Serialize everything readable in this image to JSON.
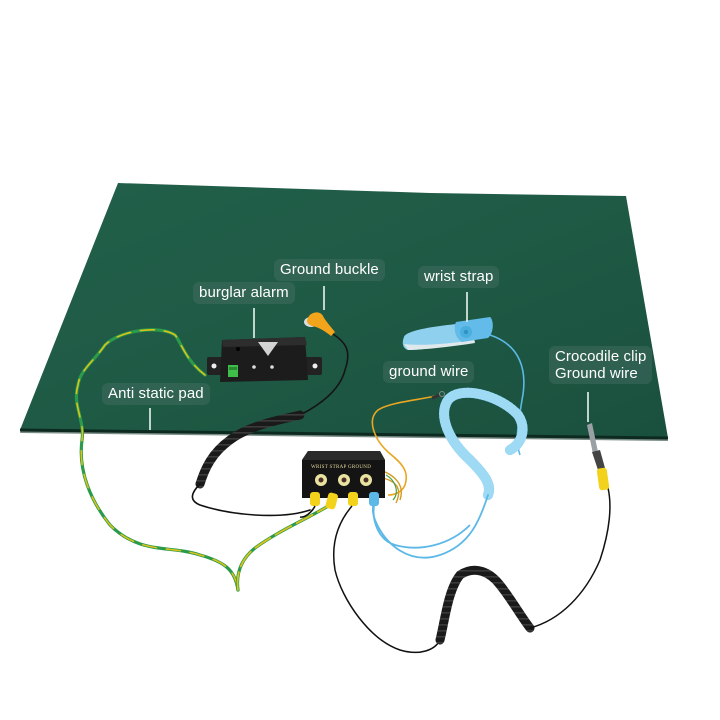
{
  "scene": {
    "description_colors": {
      "background": "#ffffff",
      "mat": "#1f5a45",
      "mat_shadow": "#17463a",
      "alarm_box": "#1b1b1b",
      "ground_box": "#161616",
      "yellow_green_wire_a": "#d8c21c",
      "yellow_green_wire_b": "#2b9a4a",
      "coil_cord_black": "#141414",
      "wrist_strap_blue": "#7cc8ea",
      "coil_blue": "#5cb8e6",
      "orange_wire": "#e8a623",
      "plug_yellow": "#f2d21a",
      "buckle_orange": "#f2a51a"
    }
  },
  "callouts": {
    "ground_buckle": "Ground buckle",
    "burglar_alarm": "burglar alarm",
    "wrist_strap": "wrist strap",
    "ground_wire": "ground wire",
    "crocodile_clip_line1": "Crocodile clip",
    "crocodile_clip_line2": "Ground wire",
    "anti_static_pad": "Anti static pad"
  },
  "ground_box": {
    "label": "WRIST STRAP GROUND"
  }
}
